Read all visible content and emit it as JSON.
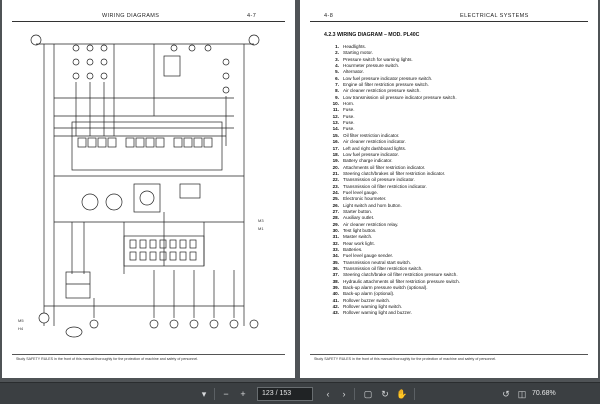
{
  "left_page": {
    "header_title": "WIRING DIAGRAMS",
    "header_page": "4-7",
    "diagram_labels": [
      "M3",
      "M1",
      "H4",
      "M5"
    ],
    "footer_note": "Study SAFETY RULES in the front of this manual thoroughly for the protection of machine and safety of personnel."
  },
  "right_page": {
    "header_page": "4-8",
    "header_title": "ELECTRICAL SYSTEMS",
    "section_title": "4.2.3  WIRING DIAGRAM – MOD. PL40C",
    "legend": [
      {
        "num": "1.",
        "text": "Headlights."
      },
      {
        "num": "2.",
        "text": "Starting motor."
      },
      {
        "num": "3.",
        "text": "Pressure switch for warning lights."
      },
      {
        "num": "4.",
        "text": "Hourmeter pressure switch."
      },
      {
        "num": "5.",
        "text": "Alternator."
      },
      {
        "num": "6.",
        "text": "Low fuel pressure indicator pressure switch."
      },
      {
        "num": "7.",
        "text": "Engine oil filter restriction pressure switch."
      },
      {
        "num": "8.",
        "text": "Air cleaner restriction pressure switch."
      },
      {
        "num": "9.",
        "text": "Low transmission oil pressure indicator pressure switch."
      },
      {
        "num": "10.",
        "text": "Horn."
      },
      {
        "num": "11.",
        "text": "Fuse."
      },
      {
        "num": "12.",
        "text": "Fuse."
      },
      {
        "num": "13.",
        "text": "Fuse."
      },
      {
        "num": "14.",
        "text": "Fuse."
      },
      {
        "num": "15.",
        "text": "Oil filter restriction indicator."
      },
      {
        "num": "16.",
        "text": "Air cleaner restriction indicator."
      },
      {
        "num": "17.",
        "text": "Left and right dashboard lights."
      },
      {
        "num": "18.",
        "text": "Low fuel pressure indicator."
      },
      {
        "num": "19.",
        "text": "Battery charge indicator."
      },
      {
        "num": "20.",
        "text": "Attachments oil filter restriction indicator."
      },
      {
        "num": "21.",
        "text": "Steering clutch/brakes oil filter restriction indicator."
      },
      {
        "num": "22.",
        "text": "Transmission oil pressure indicator."
      },
      {
        "num": "23.",
        "text": "Transmission oil filter restriction indicator."
      },
      {
        "num": "24.",
        "text": "Fuel level gauge."
      },
      {
        "num": "25.",
        "text": "Electronic hourmeter."
      },
      {
        "num": "26.",
        "text": "Light switch and horn button."
      },
      {
        "num": "27.",
        "text": "Starter button."
      },
      {
        "num": "28.",
        "text": "Auxiliary outlet."
      },
      {
        "num": "29.",
        "text": "Air cleaner restriction relay."
      },
      {
        "num": "30.",
        "text": "Test light button."
      },
      {
        "num": "31.",
        "text": "Master switch."
      },
      {
        "num": "32.",
        "text": "Rear work light."
      },
      {
        "num": "33.",
        "text": "Batteries."
      },
      {
        "num": "34.",
        "text": "Fuel level gauge sender."
      },
      {
        "num": "35.",
        "text": "Transmission neutral start switch."
      },
      {
        "num": "36.",
        "text": "Transmission oil filter restriction switch."
      },
      {
        "num": "37.",
        "text": "Steering clutch/brake oil filter restriction pressure switch."
      },
      {
        "num": "38.",
        "text": "Hydraulic attachments oil filter restriction pressure switch."
      },
      {
        "num": "39.",
        "text": "Back-up alarm pressure switch (optional)."
      },
      {
        "num": "40.",
        "text": "Back-up alarm (optional)."
      },
      {
        "num": "41.",
        "text": "Rollover buzzer switch."
      },
      {
        "num": "42.",
        "text": "Rollover warning light switch."
      },
      {
        "num": "43.",
        "text": "Rollover warning light and buzzer."
      }
    ],
    "footer_note": "Study SAFETY RULES in the front of this manual thoroughly for the protection of machine and safety of personnel."
  },
  "toolbar": {
    "page_indicator": "123 / 153",
    "zoom": "70.68%",
    "icons": [
      "chevron-down-icon",
      "zoom-out-icon",
      "zoom-in-icon",
      "prev-page-icon",
      "next-page-icon",
      "fit-page-icon",
      "rotate-icon",
      "hand-tool-icon",
      "refresh-icon",
      "two-page-icon"
    ]
  }
}
